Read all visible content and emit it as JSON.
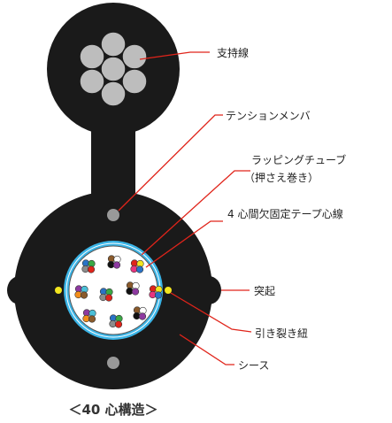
{
  "labels": {
    "support_wire": "支持線",
    "tension_member": "テンションメンバ",
    "wrapping_tube_line1": "ラッピングチューブ",
    "wrapping_tube_line2": "（押さえ巻き）",
    "fiber_tape": "4 心間欠固定テープ心線",
    "protrusion": "突起",
    "rip_cord": "引き裂き紐",
    "sheath": "シース"
  },
  "caption": "＜40 心構造＞",
  "colors": {
    "sheath": "#1a1a1a",
    "wire_strand": "#bdbdbd",
    "tension_member": "#999999",
    "wrapping_tube": "#3ab4e6",
    "core": "#ffffff",
    "rip_cord": "#f3e61f",
    "leader_line": "#e0241a",
    "fiber_palette": [
      "#2a73c6",
      "#f28d1a",
      "#3aa845",
      "#8a5a2b",
      "#8c8c8c",
      "#ffffff",
      "#e0241a",
      "#111111",
      "#f3e61f",
      "#8d3aa0",
      "#e8357f",
      "#4bbfd8"
    ]
  },
  "fiber_unit_count": 10,
  "fibers_per_unit": 4
}
